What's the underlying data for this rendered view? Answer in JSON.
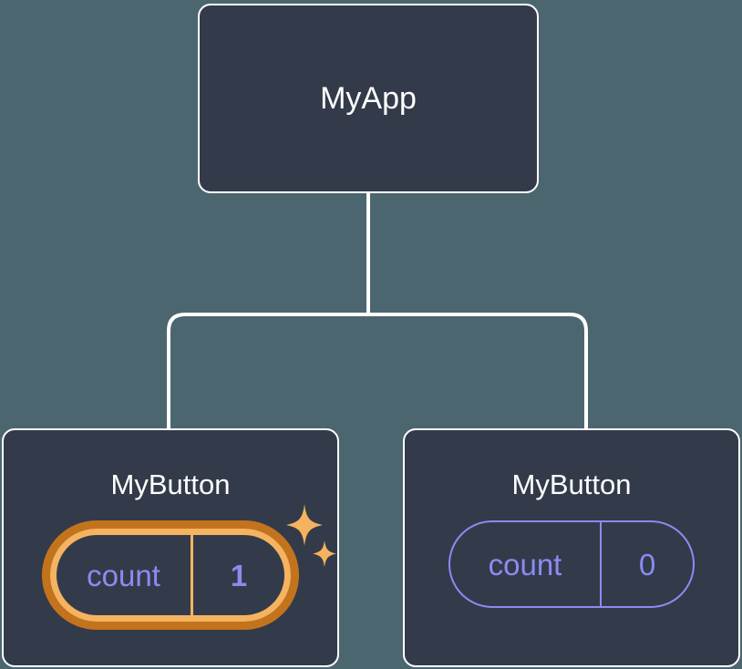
{
  "diagram": {
    "type": "component-tree",
    "title": "MyApp component tree with per-instance count state",
    "background_color": "#4c6670",
    "node_fill_color": "#333b4a",
    "node_border_color": "#ffffff",
    "connector_color": "#ffffff",
    "state_text_color": "#8b8bf2",
    "highlight_outer_color": "#c4731d",
    "highlight_inner_color": "#f5b35f"
  },
  "nodes": {
    "root": {
      "label": "MyApp"
    },
    "children": [
      {
        "label": "MyButton",
        "state": {
          "key": "count",
          "value": "1"
        },
        "highlighted": true,
        "sparkle_icon": "sparkles-icon"
      },
      {
        "label": "MyButton",
        "state": {
          "key": "count",
          "value": "0"
        },
        "highlighted": false
      }
    ]
  }
}
